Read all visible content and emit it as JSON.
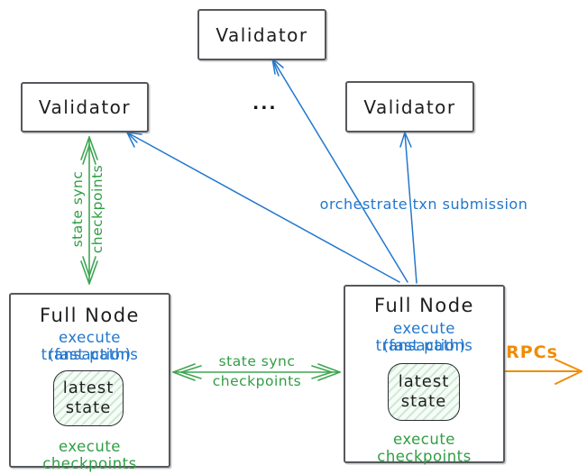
{
  "colors": {
    "blue": "#2277cc",
    "green": "#2f9e44",
    "orange": "#f08c00",
    "border": "#55585c",
    "text": "#1e1e1e"
  },
  "validators": {
    "top": "Validator",
    "left": "Validator",
    "right": "Validator"
  },
  "ellipsis": "...",
  "arrows": {
    "left_vertical": {
      "line1": "state sync",
      "line2": "checkpoints"
    },
    "middle_horizontal": {
      "line1": "state sync",
      "line2": "checkpoints"
    },
    "orchestrate_label": "orchestrate txn submission",
    "rpcs_label": "RPCs"
  },
  "full_nodes": {
    "left": {
      "title": "Full Node",
      "exec_line1": "execute transactions",
      "exec_line2": "(fast path)",
      "state_line1": "latest",
      "state_line2": "state",
      "footer": "execute checkpoints"
    },
    "right": {
      "title": "Full Node",
      "exec_line1": "execute transactions",
      "exec_line2": "(fast path)",
      "state_line1": "latest",
      "state_line2": "state",
      "footer": "execute checkpoints"
    }
  }
}
